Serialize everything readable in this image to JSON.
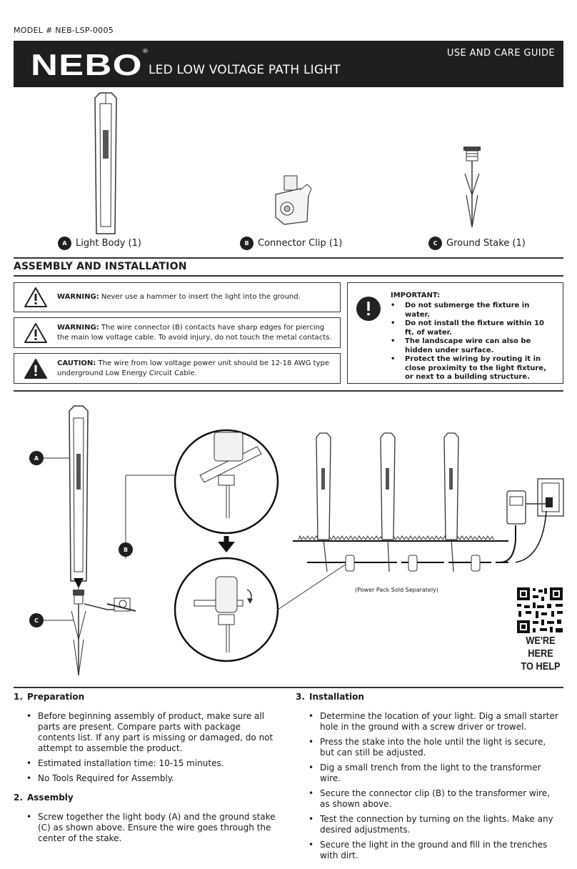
{
  "model": "MODEL # NEB-LSP-0005",
  "header": {
    "logo": "NEBO",
    "logo_mark": "®",
    "product_title": "LED LOW VOLTAGE PATH LIGHT",
    "guide_title": "USE AND CARE GUIDE"
  },
  "parts": [
    {
      "letter": "A",
      "label": "Light Body (1)"
    },
    {
      "letter": "B",
      "label": "Connector Clip (1)"
    },
    {
      "letter": "C",
      "label": "Ground Stake (1)"
    }
  ],
  "assembly": {
    "title": "ASSEMBLY AND INSTALLATION",
    "warnings": [
      {
        "prefix": "WARNING:",
        "text": "Never use a hammer to insert the light into the ground."
      },
      {
        "prefix": "WARNING:",
        "text": "The wire connector (B) contacts have sharp edges for piercing the main low voltage cable. To avoid injury, do not touch the metal contacts."
      },
      {
        "prefix": "CAUTION:",
        "text": "The wire from low voltage power unit should be 12-18 AWG type underground Low Energy Circuit Cable."
      }
    ],
    "important": {
      "title": "IMPORTANT:",
      "items": [
        "Do not submerge the fixture in water.",
        "Do not install the fixture within 10 ft. of water.",
        "The landscape wire can also be hidden under surface.",
        "Protect the wiring by routing it in close proximity to the light fixture, or next to a building structure."
      ]
    }
  },
  "diagram": {
    "labels": [
      "A",
      "B",
      "C"
    ],
    "note": "(Power Pack Sold Separately)",
    "help_line1": "WE'RE HERE",
    "help_line2": "TO HELP"
  },
  "steps": [
    {
      "num": "1.",
      "title": "Preparation",
      "items": [
        "Before beginning assembly of product, make sure all parts are present. Compare parts with package contents list. If any part is missing or damaged, do not attempt to assemble the product.",
        "Estimated installation time: 10-15 minutes.",
        "No Tools Required for Assembly."
      ]
    },
    {
      "num": "2.",
      "title": "Assembly",
      "items": [
        "Screw together the light body (A) and the ground stake (C) as shown above. Ensure the wire goes through the center of the stake."
      ]
    },
    {
      "num": "3.",
      "title": "Installation",
      "items": [
        "Determine the location of your light. Dig a small starter hole in the ground with a screw driver or trowel.",
        "Press the stake into the hole until the light is secure, but can still be adjusted.",
        "Dig a small trench from the light to the transformer wire.",
        "Secure the connector clip (B) to the transformer wire, as shown above.",
        "Test the connection by turning on the lights. Make any desired adjustments.",
        "Secure the light in the ground and fill in the trenches with dirt."
      ]
    }
  ]
}
